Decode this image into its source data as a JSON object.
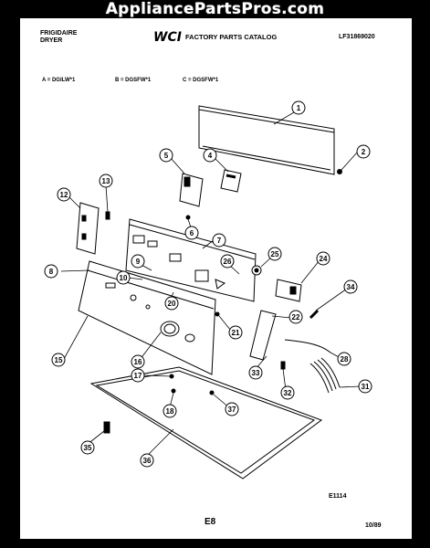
{
  "watermark": "AppliancePartsPros.com",
  "header": {
    "brand_line1": "FRIGIDAIRE",
    "brand_line2": "DRYER",
    "logo": "WCI",
    "catalog_title": "FACTORY PARTS CATALOG",
    "catalog_number": "LF31869020"
  },
  "models": {
    "a": "A = DGILW*1",
    "b": "B = DGSFW*1",
    "c": "C = DGSFW*1"
  },
  "callouts": [
    "1",
    "2",
    "4",
    "5",
    "6",
    "7",
    "8",
    "9",
    "10",
    "12",
    "13",
    "15",
    "16",
    "17",
    "18",
    "20",
    "21",
    "22",
    "24",
    "25",
    "26",
    "28",
    "31",
    "32",
    "33",
    "34",
    "35",
    "36",
    "37"
  ],
  "footer": {
    "figure_code": "E1114",
    "page": "E8",
    "date": "10/89"
  }
}
